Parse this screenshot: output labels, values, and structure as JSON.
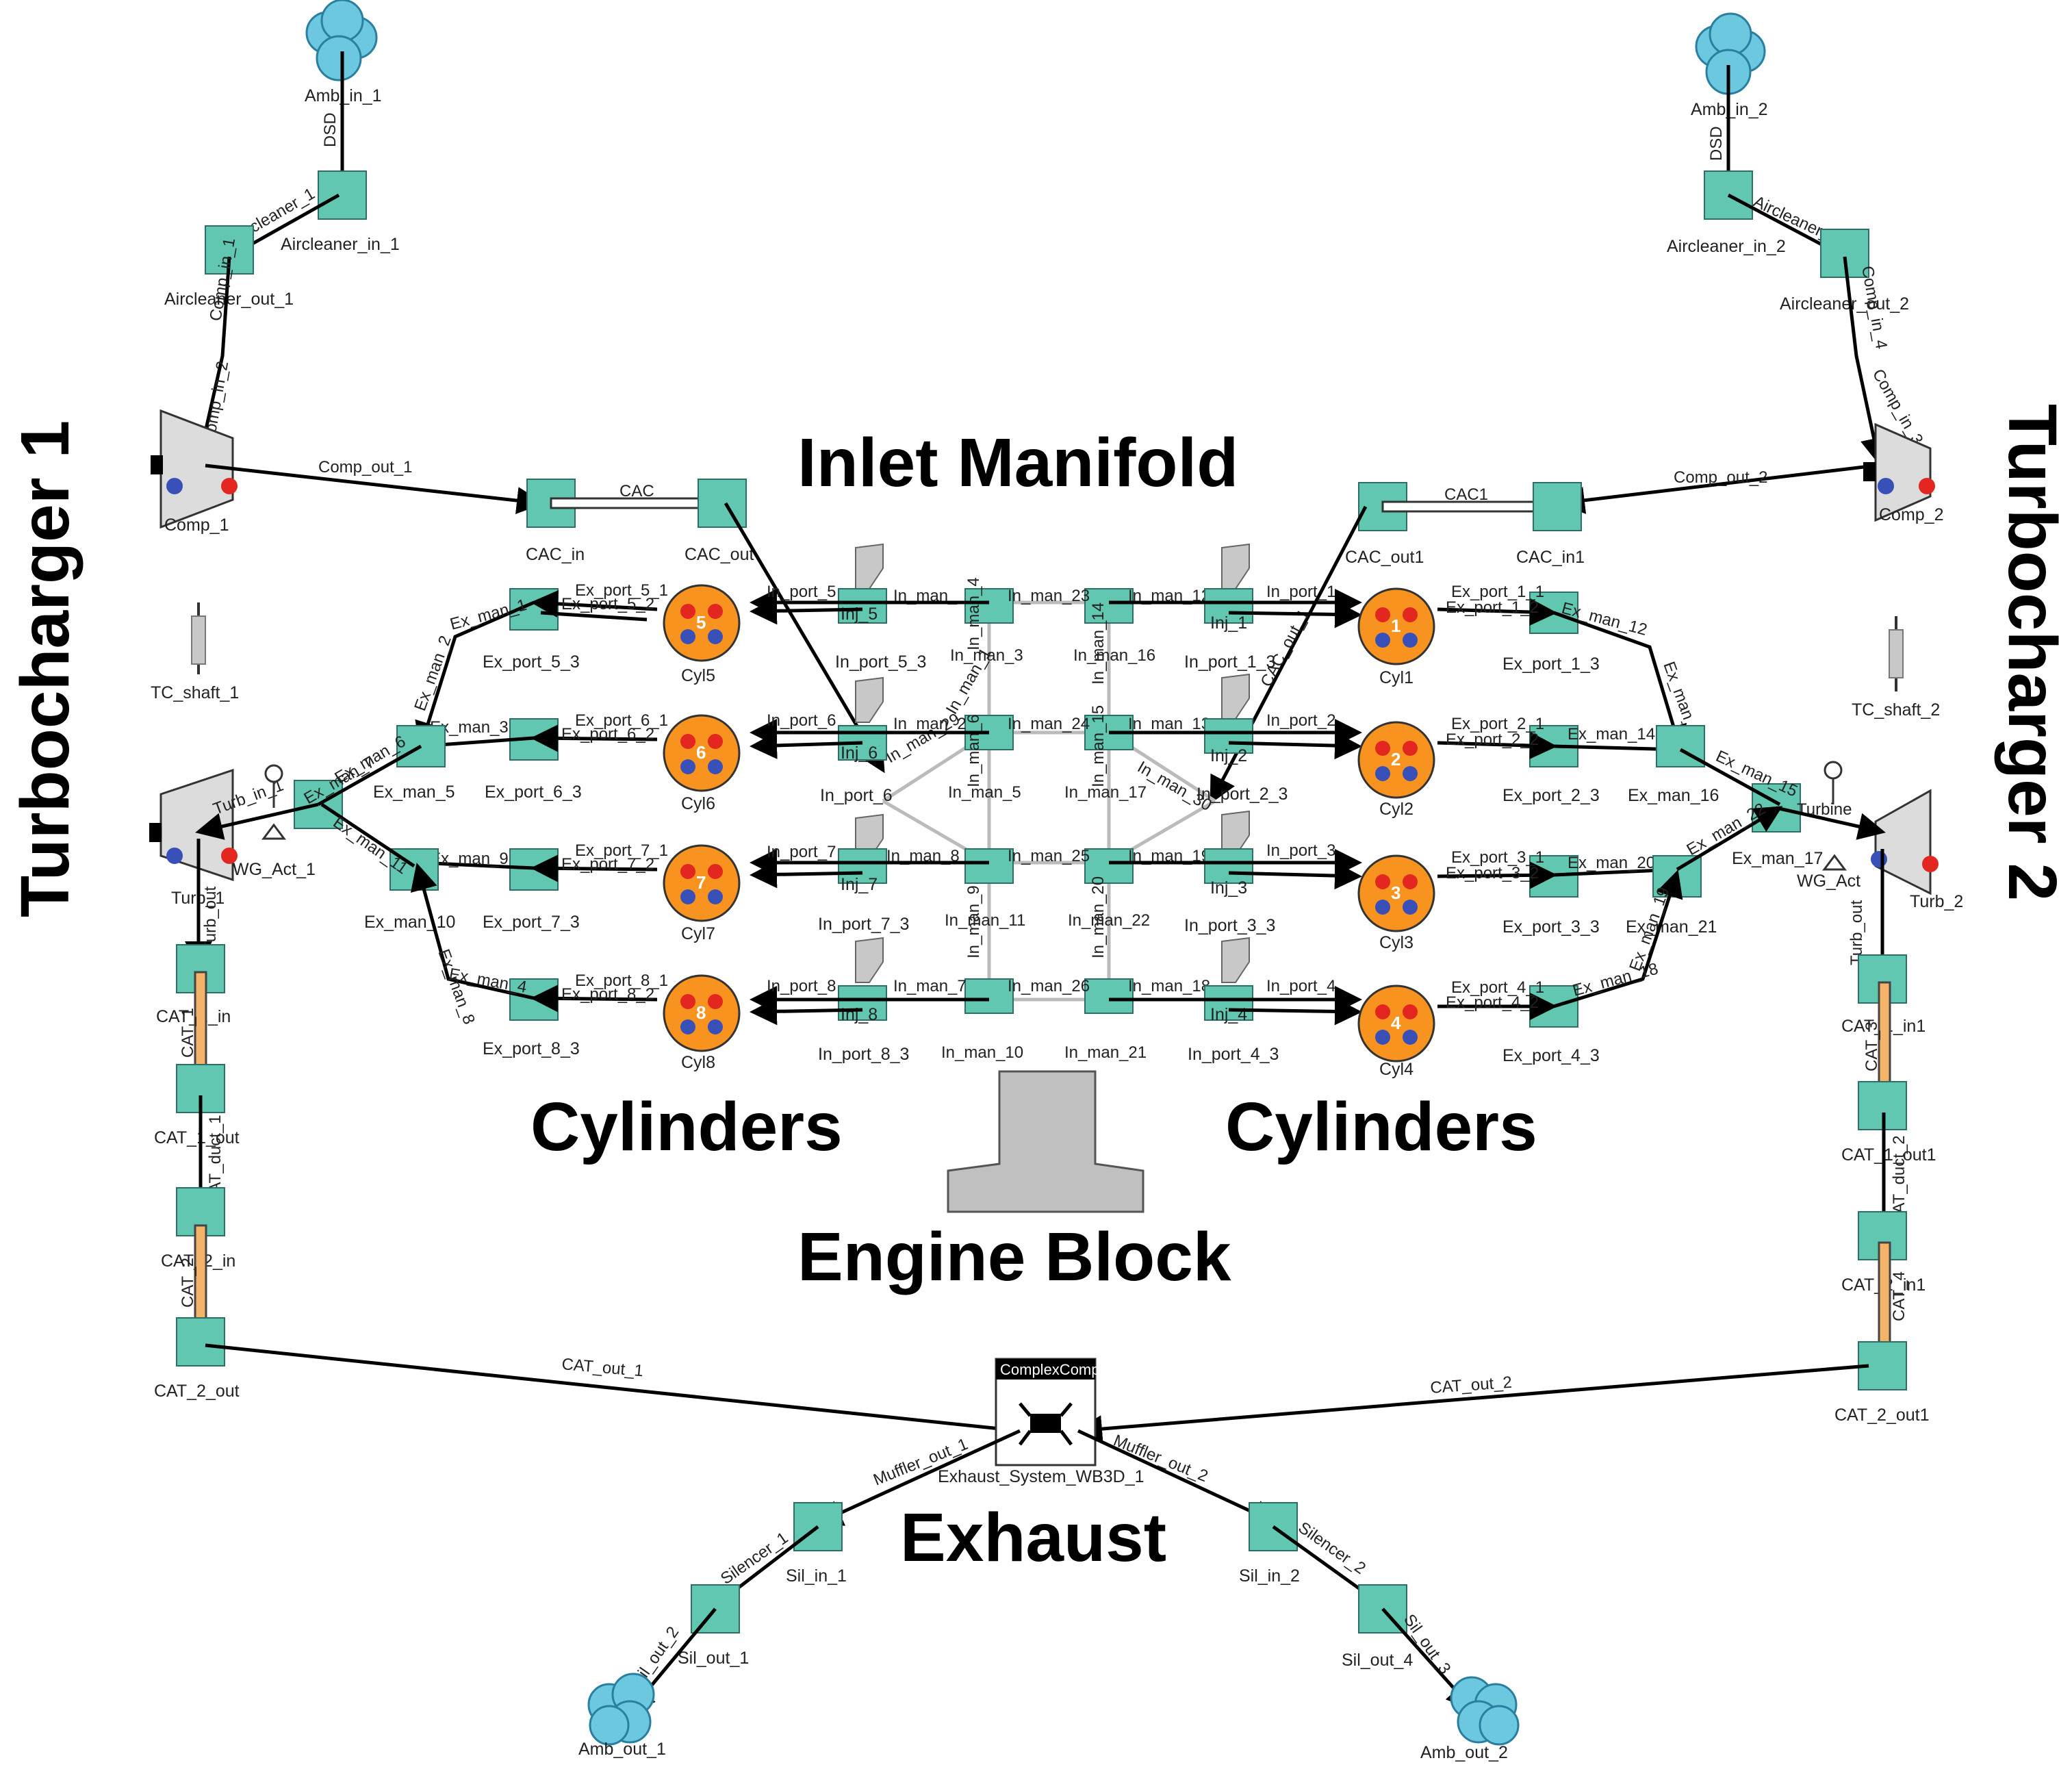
{
  "headings": {
    "inlet_manifold": "Inlet Manifold",
    "turbocharger_1": "Turbocharger 1",
    "turbocharger_2": "Turbocharger 2",
    "cylinders_left": "Cylinders",
    "cylinders_right": "Cylinders",
    "engine_block": "Engine Block",
    "exhaust": "Exhaust"
  },
  "left_turbo": {
    "amb_in": "Amb_in_1",
    "dsd": "DSD",
    "aircleaner_pipe": "Aircleaner_1",
    "aircleaner_in": "Aircleaner_in_1",
    "aircleaner_out": "Aircleaner_out_1",
    "comp_in_pipe": "Comp_in_1",
    "comp_in_pipe2": "Comp_in_2",
    "comp": "Comp_1",
    "comp_out": "Comp_out_1",
    "tc_shaft": "TC_shaft_1",
    "turb": "Turb_1",
    "turb_in": "Turb_in_1",
    "wg_act": "WG_Act_1",
    "turb_out": "Turb_out",
    "cat_1_in": "CAT_1_in",
    "cat_pipe": "CAT_1",
    "cat_1_out": "CAT_1_out",
    "cat_duct": "CAT_duct_1",
    "cat_2_in": "CAT_2_in",
    "cat_pipe2": "CAT_2",
    "cat_2_out": "CAT_2_out",
    "cat_out_pipe": "CAT_out_1"
  },
  "right_turbo": {
    "amb_in": "Amb_in_2",
    "dsd": "DSD",
    "aircleaner_pipe": "Aircleaner_2",
    "aircleaner_in": "Aircleaner_in_2",
    "aircleaner_out": "Aircleaner_out_2",
    "comp_in_pipe": "Comp_in_4",
    "comp_in_pipe2": "Comp_in_3",
    "comp": "Comp_2",
    "comp_out": "Comp_out_2",
    "tc_shaft": "TC_shaft_2",
    "turb": "Turb_2",
    "turb_in": "Turbine",
    "wg_act": "WG_Act",
    "turb_out": "Turb_out",
    "cat_1_in": "CAT_1_in1",
    "cat_pipe": "CAT_3",
    "cat_1_out": "CAT_1_out1",
    "cat_duct": "CAT_duct_2",
    "cat_2_in": "CAT_2_in1",
    "cat_pipe2": "CAT_4",
    "cat_2_out": "CAT_2_out1",
    "cat_out_pipe": "CAT_out_2"
  },
  "cac": {
    "left_in": "CAC_in",
    "left_pipe": "CAC",
    "left_out": "CAC_out",
    "right_in": "CAC_in1",
    "right_pipe": "CAC1",
    "right_out": "CAC_out1"
  },
  "left_bank": [
    {
      "cyl": "Cyl5",
      "num": "5",
      "ex_port": "Ex_port_5_3",
      "ex_man": "Ex_man_1",
      "ex_pipe": "Ex_port_5_1",
      "ex_pipe2": "Ex_port_5_2"
    },
    {
      "cyl": "Cyl6",
      "num": "6",
      "ex_port": "Ex_port_6_3",
      "ex_man": "Ex_man_5",
      "ex_pipe": "Ex_port_6_1",
      "ex_pipe2": "Ex_port_6_2"
    },
    {
      "cyl": "Cyl7",
      "num": "7",
      "ex_port": "Ex_port_7_3",
      "ex_man": "Ex_man_10",
      "ex_pipe": "Ex_port_7_1",
      "ex_pipe2": "Ex_port_7_2"
    },
    {
      "cyl": "Cyl8",
      "num": "8",
      "ex_port": "Ex_port_8_3",
      "ex_man": "Ex_man_4",
      "ex_pipe": "Ex_port_8_1",
      "ex_pipe2": "Ex_port_8_2"
    }
  ],
  "right_bank": [
    {
      "cyl": "Cyl1",
      "num": "1",
      "ex_port": "Ex_port_1_3",
      "ex_man": "Ex_man_12",
      "ex_pipe": "Ex_port_1_1",
      "ex_pipe2": "Ex_port_1_2"
    },
    {
      "cyl": "Cyl2",
      "num": "2",
      "ex_port": "Ex_port_2_3",
      "ex_man": "Ex_man_16",
      "ex_pipe": "Ex_port_2_1",
      "ex_pipe2": "Ex_port_2_2"
    },
    {
      "cyl": "Cyl3",
      "num": "3",
      "ex_port": "Ex_port_3_3",
      "ex_man": "Ex_man_21",
      "ex_pipe": "Ex_port_3_1",
      "ex_pipe2": "Ex_port_3_2"
    },
    {
      "cyl": "Cyl4",
      "num": "4",
      "ex_port": "Ex_port_4_3",
      "ex_man": "Ex_man_18",
      "ex_pipe": "Ex_port_4_1",
      "ex_pipe2": "Ex_port_4_2"
    }
  ],
  "left_exhaust_extra": {
    "m2": "Ex_man_2",
    "m3": "Ex_man_3",
    "m6": "Ex_man_6",
    "m7": "Ex_man_7",
    "m8": "Ex_man_8",
    "m9": "Ex_man_9",
    "m11": "Ex_man_11"
  },
  "right_exhaust_extra": {
    "m13": "Ex_man_13",
    "m14": "Ex_man_14",
    "m15": "Ex_man_15",
    "m17": "Ex_man_17",
    "m20": "Ex_man_20",
    "m22": "Ex_man_22",
    "m19": "Ex_man_19"
  },
  "inlet_left": [
    {
      "inj": "Inj_5",
      "port": "In_port_5_3",
      "man": "In_man_3",
      "pipe": "In_port_5"
    },
    {
      "inj": "Inj_6",
      "port": "In_port_6",
      "man": "In_man_5",
      "pipe": "In_port_6"
    },
    {
      "inj": "Inj_7",
      "port": "In_port_7_3",
      "man": "In_man_11",
      "pipe": "In_port_7"
    },
    {
      "inj": "Inj_8",
      "port": "In_port_8_3",
      "man": "In_man_10",
      "pipe": "In_port_8"
    }
  ],
  "inlet_right": [
    {
      "inj": "Inj_1",
      "port": "In_port_1_3",
      "man": "In_man_16",
      "pipe": "In_port_1"
    },
    {
      "inj": "Inj_2",
      "port": "In_port_2_3",
      "man": "In_man_17",
      "pipe": "In_port_2"
    },
    {
      "inj": "Inj_3",
      "port": "In_port_3_3",
      "man": "In_man_22",
      "pipe": "In_port_3"
    },
    {
      "inj": "Inj_4",
      "port": "In_port_4_3",
      "man": "In_man_21",
      "pipe": "In_port_4"
    }
  ],
  "inlet_center": {
    "a": "In_man_",
    "b": "In_man_23",
    "c": "In_man_12",
    "d": "In_man_2",
    "e": "In_man_24",
    "f": "In_man_13",
    "g": "In_man_8",
    "h": "In_man_25",
    "i": "In_man_19",
    "j": "In_man_7",
    "k": "In_man_26",
    "l": "In_man_18",
    "m": "In_man_4",
    "n": "In_man_14",
    "o": "In_man_6",
    "p": "In_man_15",
    "q": "In_man_9",
    "r": "In_man_20",
    "s": "In_man_29",
    "t": "In_man_30",
    "u": "In_man_1",
    "v": "CAC_out_1"
  },
  "exhaust": {
    "complex_header": "ComplexCompo",
    "system": "Exhaust_System_WB3D_1",
    "muffler_1": "Muffler_out_1",
    "muffler_2": "Muffler_out_2",
    "sil_in_1": "Sil_in_1",
    "sil_in_2": "Sil_in_2",
    "silencer_1": "Silencer_1",
    "silencer_2": "Silencer_2",
    "sil_out_1": "Sil_out_1",
    "sil_out_4": "Sil_out_4",
    "sil_pipe_1": "Sil_out_2",
    "sil_pipe_2": "Sil_out_3",
    "amb_out_1": "Amb_out_1",
    "amb_out_2": "Amb_out_2"
  },
  "colors": {
    "component": "#62c7b0",
    "cylinder": "#f7931e",
    "cloud": "#6cc8de",
    "cat": "#f3b46a",
    "block": "#c0c0c0"
  }
}
